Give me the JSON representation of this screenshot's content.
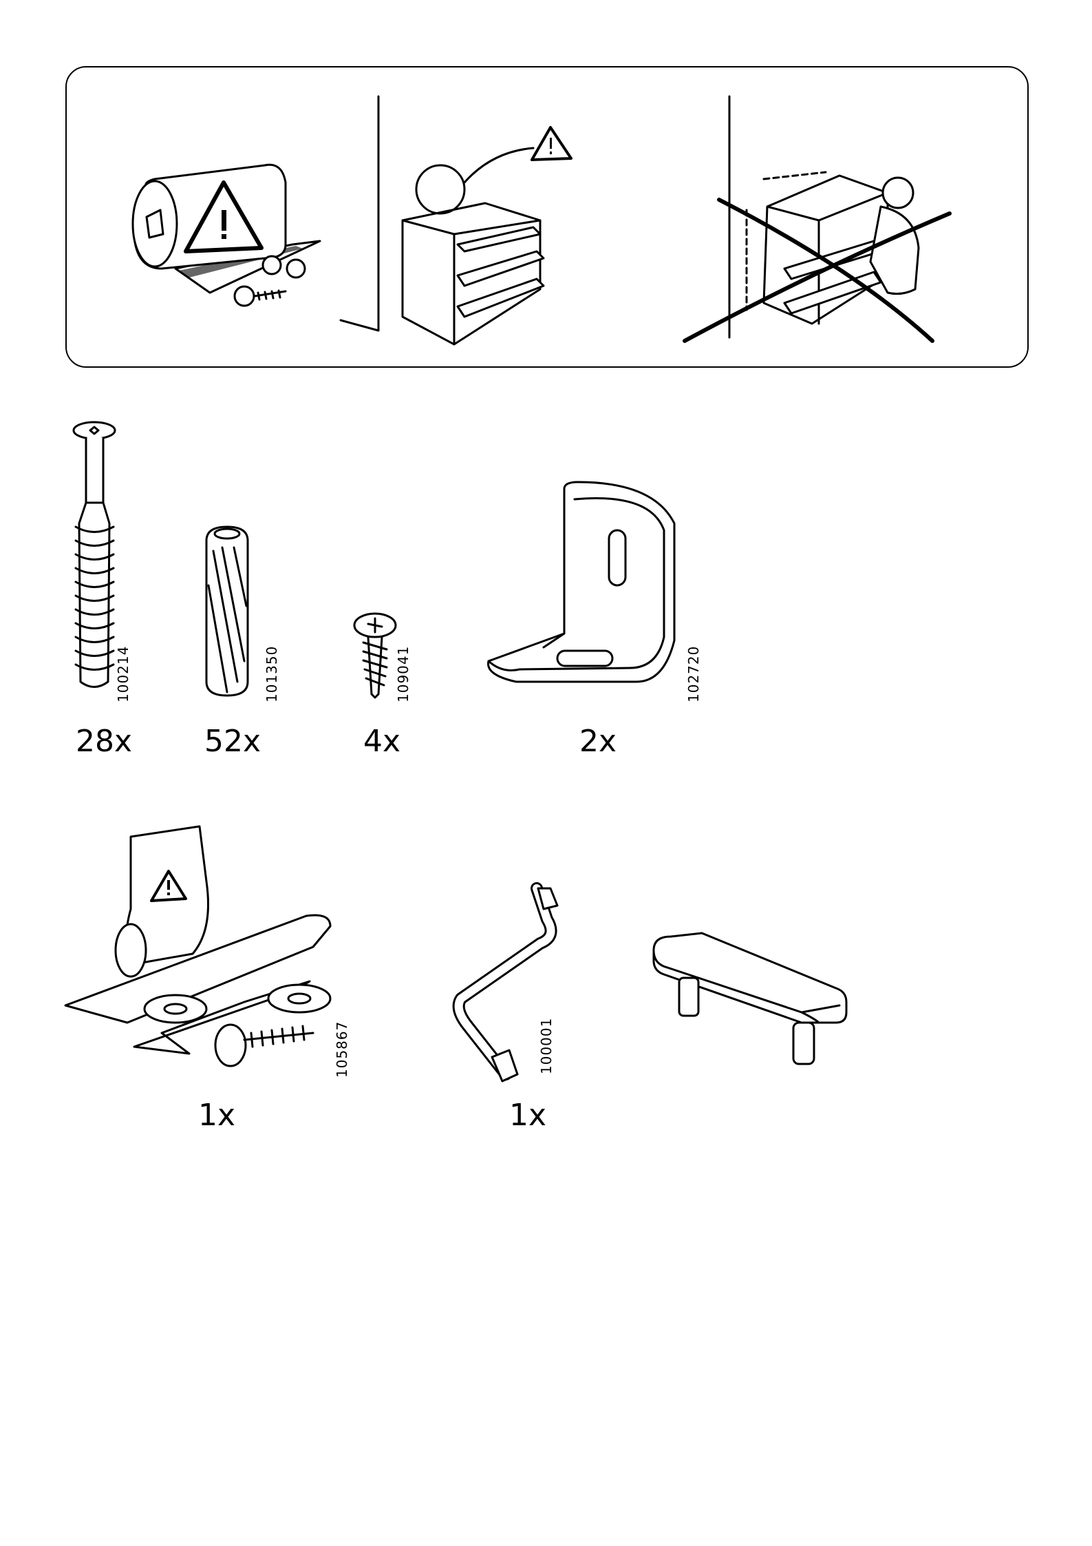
{
  "warning_panel": {
    "icons": [
      "warning-triangle-icon",
      "wall-anchor-kit-icon",
      "dresser-icon",
      "no-climbing-icon"
    ]
  },
  "parts": [
    {
      "code": "100214",
      "qty": "28x",
      "icon": "cam-screw-icon"
    },
    {
      "code": "101350",
      "qty": "52x",
      "icon": "wooden-dowel-icon"
    },
    {
      "code": "109041",
      "qty": "4x",
      "icon": "small-screw-icon"
    },
    {
      "code": "102720",
      "qty": "2x",
      "icon": "angle-bracket-icon"
    },
    {
      "code": "105867",
      "qty": "1x",
      "icon": "wall-anchor-kit-icon"
    },
    {
      "code": "100001",
      "qty": "1x",
      "icon": "allen-key-icon"
    },
    {
      "code": "",
      "qty": "",
      "icon": "drawer-handle-icon"
    }
  ]
}
